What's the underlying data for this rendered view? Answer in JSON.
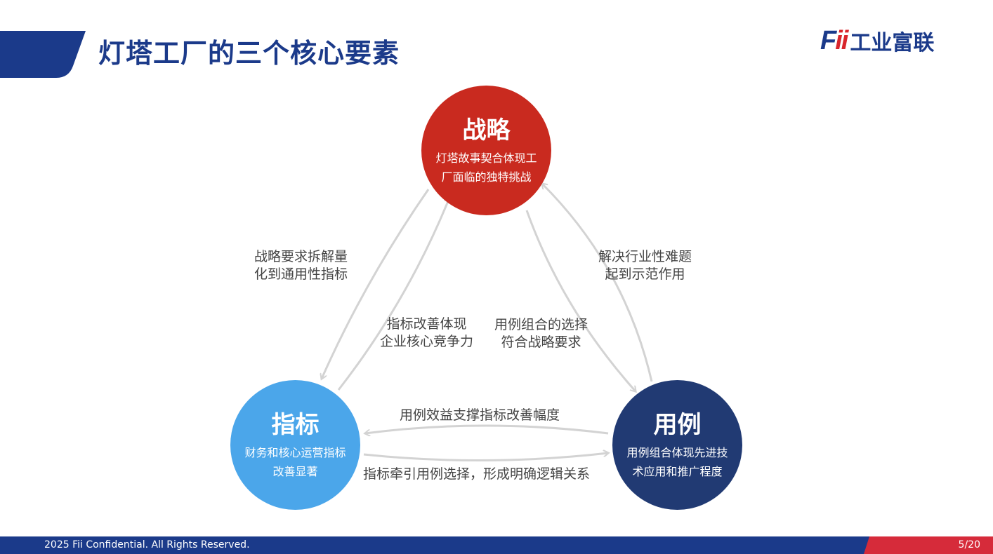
{
  "page": {
    "title": "灯塔工厂的三个核心要素"
  },
  "logo": {
    "mark_main": "F",
    "mark_accent": "ii",
    "name": "工业富联"
  },
  "nodes": {
    "strategy": {
      "title": "战略",
      "desc": [
        "灯塔故事契合体现工",
        "厂面临的独特挑战"
      ],
      "color": "#c92a1f"
    },
    "metrics": {
      "title": "指标",
      "desc": [
        "财务和核心运营指标",
        "改善显著"
      ],
      "color": "#4ba6ea"
    },
    "usecase": {
      "title": "用例",
      "desc": [
        "用例组合体现先进技",
        "术应用和推广程度"
      ],
      "color": "#213a73"
    }
  },
  "edges": {
    "strategy_to_metrics": [
      "战略要求拆解量",
      "化到通用性指标"
    ],
    "metrics_to_strategy": [
      "指标改善体现",
      "企业核心竞争力"
    ],
    "strategy_to_usecase": [
      "用例组合的选择",
      "符合战略要求"
    ],
    "usecase_to_strategy": [
      "解决行业性难题",
      "起到示范作用"
    ],
    "usecase_to_metrics": [
      "用例效益支撑指标改善幅度"
    ],
    "metrics_to_usecase": [
      "指标牵引用例选择，形成明确逻辑关系"
    ]
  },
  "colors": {
    "brand_blue": "#1b3a8a",
    "brand_red": "#d62b3a",
    "arrow": "#d3d3d3"
  },
  "footer": {
    "copyright": "2025 Fii Confidential. All Rights Reserved.",
    "page_indicator": "5/20"
  }
}
